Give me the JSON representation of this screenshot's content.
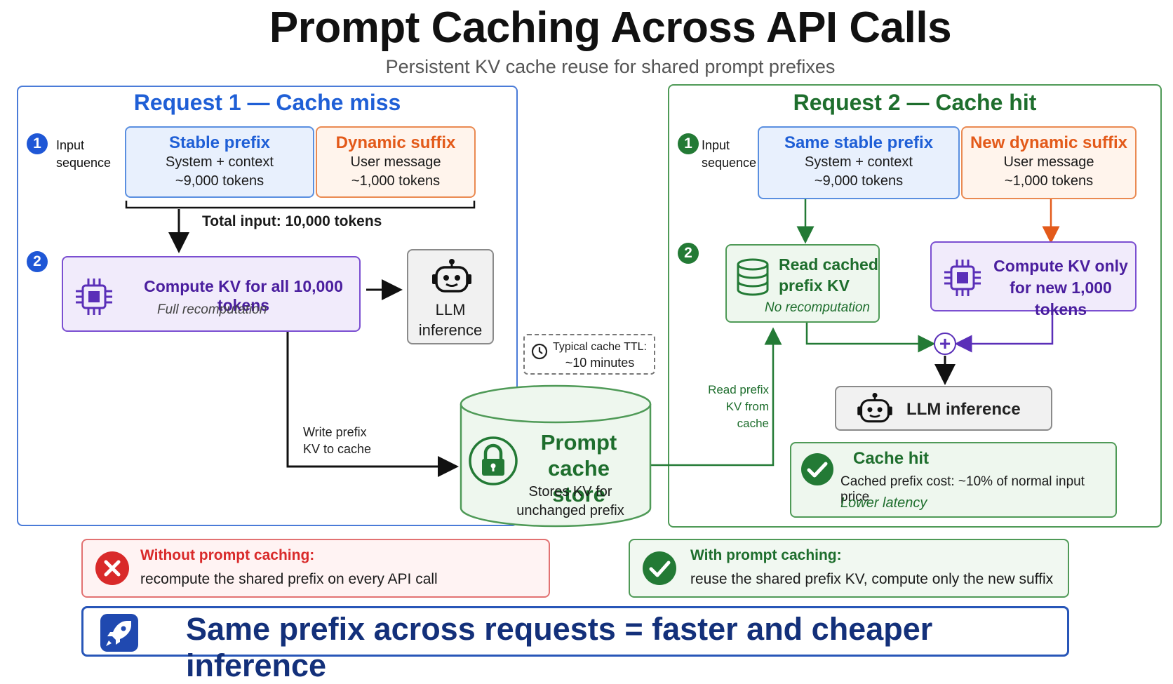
{
  "title": "Prompt Caching Across API Calls",
  "subtitle": "Persistent KV cache reuse for shared prompt prefixes",
  "request1": {
    "title": "Request 1 — Cache miss",
    "step1": "1",
    "step2": "2",
    "input_label_1": "Input",
    "input_label_2": "sequence",
    "prefix": {
      "heading": "Stable prefix",
      "line1": "System + context",
      "line2": "~9,000 tokens"
    },
    "suffix": {
      "heading": "Dynamic suffix",
      "line1": "User message",
      "line2": "~1,000 tokens"
    },
    "total": "Total input: 10,000 tokens",
    "compute": {
      "heading": "Compute KV for all 10,000 tokens",
      "note": "Full recomputation"
    },
    "llm_line1": "LLM",
    "llm_line2": "inference",
    "write_1": "Write prefix",
    "write_2": "KV to cache"
  },
  "cache": {
    "ttl_1": "Typical cache TTL:",
    "ttl_2": "~10 minutes",
    "title_1": "Prompt",
    "title_2": "cache store",
    "desc_1": "Stores KV for",
    "desc_2": "unchanged prefix"
  },
  "request2": {
    "title": "Request 2 — Cache hit",
    "step1": "1",
    "step2": "2",
    "input_label_1": "Input",
    "input_label_2": "sequence",
    "prefix": {
      "heading": "Same stable prefix",
      "line1": "System + context",
      "line2": "~9,000 tokens"
    },
    "suffix": {
      "heading": "New dynamic suffix",
      "line1": "User message",
      "line2": "~1,000 tokens"
    },
    "read_cached_1": "Read cached",
    "read_cached_2": "prefix KV",
    "read_note": "No recomputation",
    "compute_1": "Compute KV only",
    "compute_2": "for new 1,000 tokens",
    "read_from_1": "Read prefix",
    "read_from_2": "KV from cache",
    "plus": "+",
    "llm": "LLM inference",
    "hit_heading": "Cache hit",
    "hit_cost": "Cached prefix cost: ~10% of normal input price",
    "hit_latency": "Lower latency"
  },
  "without": {
    "heading": "Without prompt caching:",
    "text": "recompute the shared prefix on every API call"
  },
  "with": {
    "heading": "With prompt caching:",
    "text": "reuse the shared prefix KV, compute only the new suffix"
  },
  "banner": "Same prefix across requests = faster and cheaper inference",
  "colors": {
    "blue": "#1f5fd6",
    "green": "#1e6e2d",
    "orange": "#e35a1a",
    "purple": "#4a1e9e",
    "red": "#d92a2a"
  },
  "icons": [
    "chip-icon",
    "robot-icon",
    "clock-icon",
    "lock-icon",
    "database-icon",
    "check-icon",
    "x-icon",
    "rocket-icon"
  ]
}
